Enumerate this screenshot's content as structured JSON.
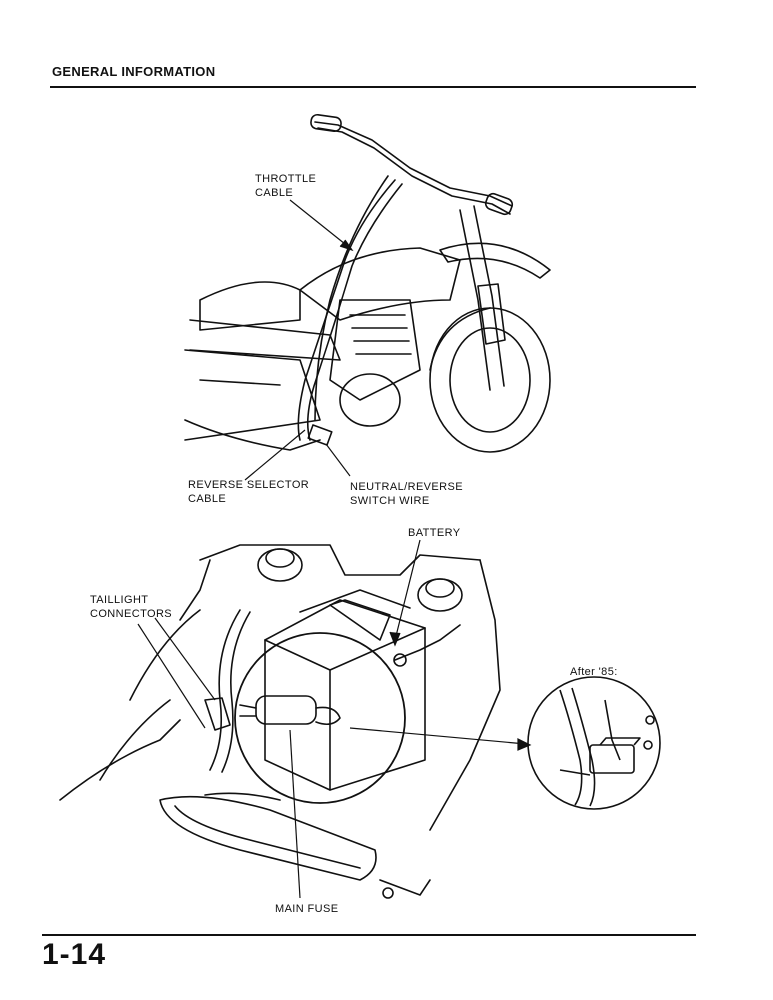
{
  "header": {
    "title": "GENERAL INFORMATION"
  },
  "labels": {
    "throttle_cable": [
      "THROTTLE",
      "CABLE"
    ],
    "reverse_selector_cable": [
      "REVERSE SELECTOR",
      "CABLE"
    ],
    "neutral_reverse_switch_wire": [
      "NEUTRAL/REVERSE",
      "SWITCH WIRE"
    ],
    "battery": "BATTERY",
    "taillight_connectors": [
      "TAILLIGHT",
      "CONNECTORS"
    ],
    "after_85": "After '85:",
    "main_fuse": "MAIN FUSE"
  },
  "footer": {
    "page_number": "1-14"
  }
}
